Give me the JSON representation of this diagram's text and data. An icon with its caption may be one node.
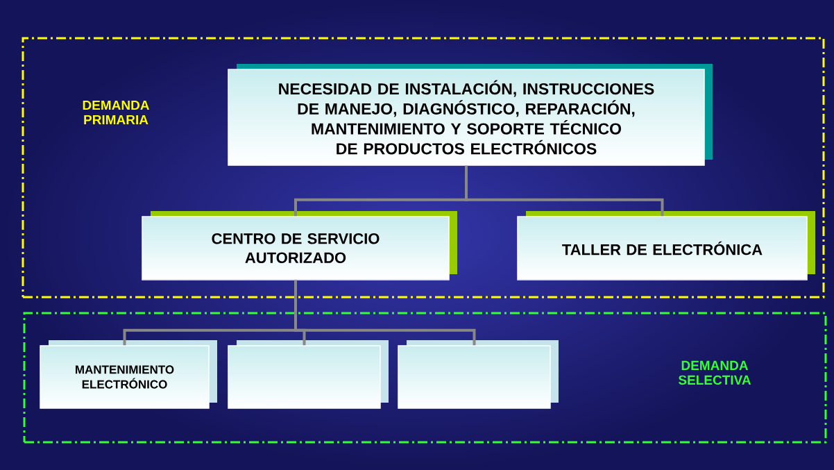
{
  "diagram": {
    "nodes": [
      {
        "text": [
          "DEMANDA PRIMARIA"
        ]
      },
      {
        "text": [
          "NECESIDAD DE INSTALACIÓN, INSTRUCCIONES DE MANEJO, DIAGNÓSTICO, REPARACIÓN, MANTENIMIENTO Y SOPORTE TÉCNICO DE PRODUCTOS ELECTRÓNICOS"
        ],
        "in": 0
      },
      {
        "text": [
          "CENTRO DE SERVICIO AUTORIZADO"
        ],
        "in": 0
      },
      {
        "text": [
          "TALLER DE ELECTRÓNICA"
        ],
        "in": 0
      },
      {
        "text": [
          "DEMANDA SELECTIVA"
        ]
      },
      {
        "text": [
          "MANTENIMIENTO ELECTRÓNICO"
        ],
        "in": 4
      },
      {
        "text": [],
        "shape": "box",
        "in": 4
      },
      {
        "text": [],
        "shape": "box",
        "in": 4
      }
    ],
    "edges": [
      {
        "from": 1,
        "to": 2,
        "arrow": "none"
      },
      {
        "from": 1,
        "to": 3,
        "arrow": "none"
      },
      {
        "from": 2,
        "to": 5,
        "arrow": "none"
      },
      {
        "from": 2,
        "to": 6,
        "arrow": "none"
      },
      {
        "from": 2,
        "to": 7,
        "arrow": "none"
      }
    ]
  }
}
